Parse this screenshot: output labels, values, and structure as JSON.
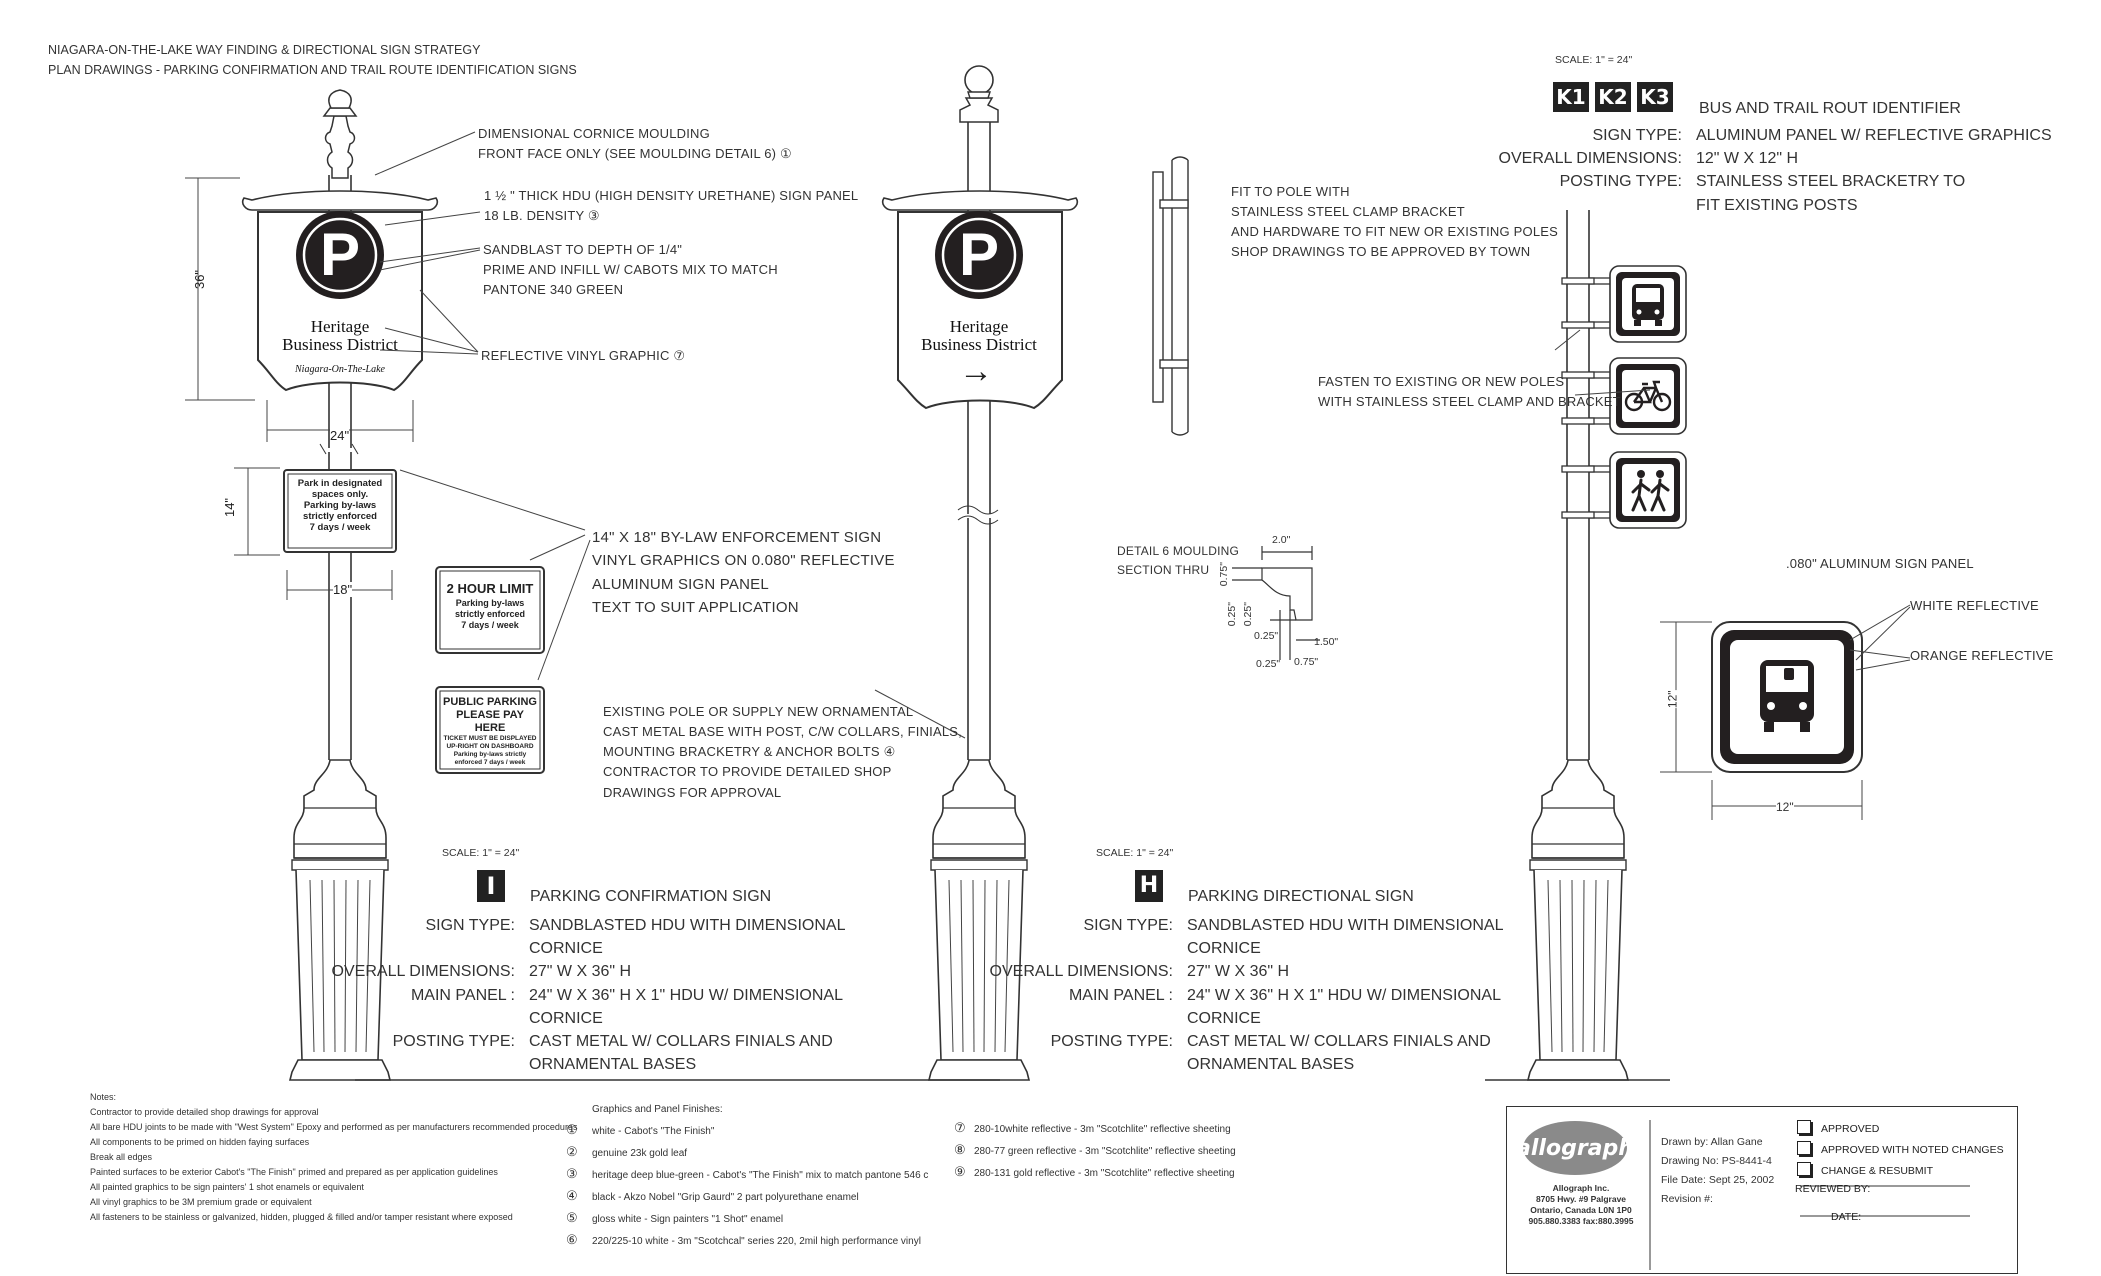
{
  "header": {
    "line1": "NIAGARA-ON-THE-LAKE WAY FINDING & DIRECTIONAL SIGN STRATEGY",
    "line2": "PLAN DRAWINGS - PARKING CONFIRMATION AND TRAIL ROUTE IDENTIFICATION SIGNS"
  },
  "sign_i": {
    "logo_letter": "P",
    "district_line1": "Heritage",
    "district_line2": "Business District",
    "town": "Niagara-On-The-Lake",
    "dim_height": "36\"",
    "dim_width": "24\"",
    "bylaw": {
      "l1": "Park in designated",
      "l2": "spaces only.",
      "l3": "Parking by-laws",
      "l4": "strictly enforced",
      "l5": "7 days / week",
      "dim_h": "14\"",
      "dim_w": "18\""
    },
    "hour": {
      "title": "2 HOUR LIMIT",
      "l1": "Parking by-laws",
      "l2": "strictly enforced",
      "l3": "7 days / week"
    },
    "pay": {
      "t1": "PUBLIC PARKING",
      "t2": "PLEASE PAY HERE",
      "l1": "TICKET MUST BE DISPLAYED",
      "l2": "UP-RIGHT ON DASHBOARD",
      "l3": "Parking by-laws strictly",
      "l4": "enforced 7 days / week"
    },
    "callouts": {
      "cornice": "DIMENSIONAL CORNICE MOULDING\nFRONT FACE ONLY (SEE MOULDING DETAIL 6) ①",
      "panel": "1 ½ \" THICK HDU (HIGH DENSITY URETHANE) SIGN PANEL\n18 LB. DENSITY ③",
      "sandblast": "SANDBLAST TO DEPTH OF 1/4\"\nPRIME AND INFILL W/ CABOTS MIX TO MATCH\nPANTONE 340 GREEN",
      "vinyl": "REFLECTIVE VINYL GRAPHIC ⑦",
      "bylaw_sign": "14\" X 18\" BY-LAW ENFORCEMENT SIGN\nVINYL GRAPHICS ON 0.080\" REFLECTIVE\nALUMINUM SIGN PANEL\nTEXT TO SUIT APPLICATION",
      "pole": "EXISTING POLE OR SUPPLY NEW ORNAMENTAL\nCAST METAL BASE WITH POST,  C/W COLLARS, FINIALS,\n MOUNTING BRACKETRY & ANCHOR BOLTS ④\nCONTRACTOR TO PROVIDE DETAILED SHOP\nDRAWINGS FOR APPROVAL"
    },
    "scale": "SCALE: 1\" = 24\"",
    "badge": "I",
    "title": "PARKING CONFIRMATION SIGN",
    "specs": [
      {
        "k": "SIGN TYPE:",
        "v": "SANDBLASTED HDU WITH DIMENSIONAL CORNICE"
      },
      {
        "k": "OVERALL DIMENSIONS:",
        "v": "27\" W  X 36\" H"
      },
      {
        "k": "MAIN PANEL :",
        "v": "24\" W  X 36\" H X 1\" HDU W/ DIMENSIONAL CORNICE"
      },
      {
        "k": "POSTING TYPE:",
        "v": "CAST METAL W/ COLLARS FINIALS AND ORNAMENTAL BASES"
      }
    ]
  },
  "sign_h": {
    "logo_letter": "P",
    "district_line1": "Heritage",
    "district_line2": "Business District",
    "arrow": "→",
    "bracket_note": "FIT TO POLE WITH\nSTAINLESS STEEL CLAMP BRACKET\nAND HARDWARE TO FIT NEW OR EXISTING POLES\nSHOP DRAWINGS TO BE APPROVED BY TOWN",
    "detail_title": "DETAIL 6 MOULDING\nSECTION THRU",
    "detail_dims": {
      "top": "2.0\"",
      "a": "0.75\"",
      "b": "0.25\"",
      "c": "0.25\"",
      "d": "0.25\"",
      "e": "1.50\"",
      "f": "0.25\"",
      "g": "0.75\""
    },
    "scale": "SCALE: 1\" = 24\"",
    "badge": "H",
    "title": "PARKING DIRECTIONAL SIGN",
    "specs": [
      {
        "k": "SIGN TYPE:",
        "v": "SANDBLASTED HDU WITH DIMENSIONAL CORNICE"
      },
      {
        "k": "OVERALL DIMENSIONS:",
        "v": "27\" W  X 36\" H"
      },
      {
        "k": "MAIN PANEL :",
        "v": "24\" W  X 36\" H X 1\" HDU W/ DIMENSIONAL CORNICE"
      },
      {
        "k": "POSTING TYPE:",
        "v": "CAST METAL W/ COLLARS FINIALS AND ORNAMENTAL BASES"
      }
    ]
  },
  "sign_k": {
    "scale": "SCALE: 1\" = 24\"",
    "badges": [
      "K1",
      "K2",
      "K3"
    ],
    "title": "BUS AND TRAIL ROUT IDENTIFIER",
    "specs": [
      {
        "k": "SIGN TYPE:",
        "v": "ALUMINUM PANEL W/ REFLECTIVE GRAPHICS"
      },
      {
        "k": "OVERALL DIMENSIONS:",
        "v": "12\" W  X 12\" H"
      },
      {
        "k": "POSTING TYPE:",
        "v": "STAINLESS STEEL BRACKETRY TO"
      },
      {
        "k": "",
        "v": "FIT EXISTING POSTS"
      }
    ],
    "fasten_note": "FASTEN TO EXISTING OR  NEW POLES\nWITH STAINLESS STEEL CLAMP AND BRACKET",
    "panel_note": ".080\" ALUMINUM SIGN PANEL",
    "white_reflective": "WHITE REFLECTIVE",
    "orange_reflective": "ORANGE REFLECTIVE",
    "dim_h": "12\"",
    "dim_w": "12\""
  },
  "notes": {
    "title": "Notes:",
    "items": [
      "Contractor to provide detailed shop drawings for approval",
      "All bare HDU joints to be made with \"West System\" Epoxy and performed as per manufacturers recommended procedures",
      "All components to be primed on hidden faying surfaces",
      "Break all edges",
      "Painted surfaces to be exterior Cabot's \"The Finish\" primed and prepared as per application guidelines",
      "All painted graphics to be sign painters' 1 shot enamels or equivalent",
      "All vinyl graphics to be 3M premium grade or equivalent",
      "All fasteners to be stainless or galvanized, hidden, plugged & filled and/or tamper resistant where exposed"
    ]
  },
  "finishes": {
    "title": "Graphics and Panel Finishes:",
    "items": [
      {
        "n": "①",
        "t": "white - Cabot's \"The Finish\""
      },
      {
        "n": "②",
        "t": "genuine 23k gold leaf"
      },
      {
        "n": "③",
        "t": "heritage deep blue-green - Cabot's \"The Finish\" mix to match pantone 546 c"
      },
      {
        "n": "④",
        "t": "black - Akzo Nobel \"Grip Gaurd\" 2 part polyurethane enamel"
      },
      {
        "n": "⑤",
        "t": "gloss white - Sign painters \"1 Shot\" enamel"
      },
      {
        "n": "⑥",
        "t": "220/225-10 white - 3m \"Scotchcal\" series 220, 2mil high performance vinyl"
      }
    ],
    "items2": [
      {
        "n": "⑦",
        "t": "280-10white  reflective - 3m \"Scotchlite\" reflective sheeting"
      },
      {
        "n": "⑧",
        "t": "280-77 green reflective - 3m \"Scotchlite\" reflective sheeting"
      },
      {
        "n": "⑨",
        "t": "280-131 gold reflective - 3m \"Scotchlite\" reflective sheeting"
      }
    ]
  },
  "title_block": {
    "logo": "allograph",
    "company": "Allograph Inc.",
    "addr1": "8705 Hwy. #9 Palgrave",
    "addr2": "Ontario, Canada  L0N 1P0",
    "phone": "905.880.3383  fax:880.3995",
    "drawn_by": "Drawn by: Allan Gane",
    "drawing_no": "Drawing No: PS-8441-4",
    "file_date": "File Date: Sept 25, 2002",
    "revision": "Revision #:",
    "approved": "APPROVED",
    "approved_notes": "APPROVED WITH NOTED CHANGES",
    "change": "CHANGE & RESUBMIT",
    "reviewed_by": "REVIEWED BY:",
    "date": "DATE:"
  }
}
